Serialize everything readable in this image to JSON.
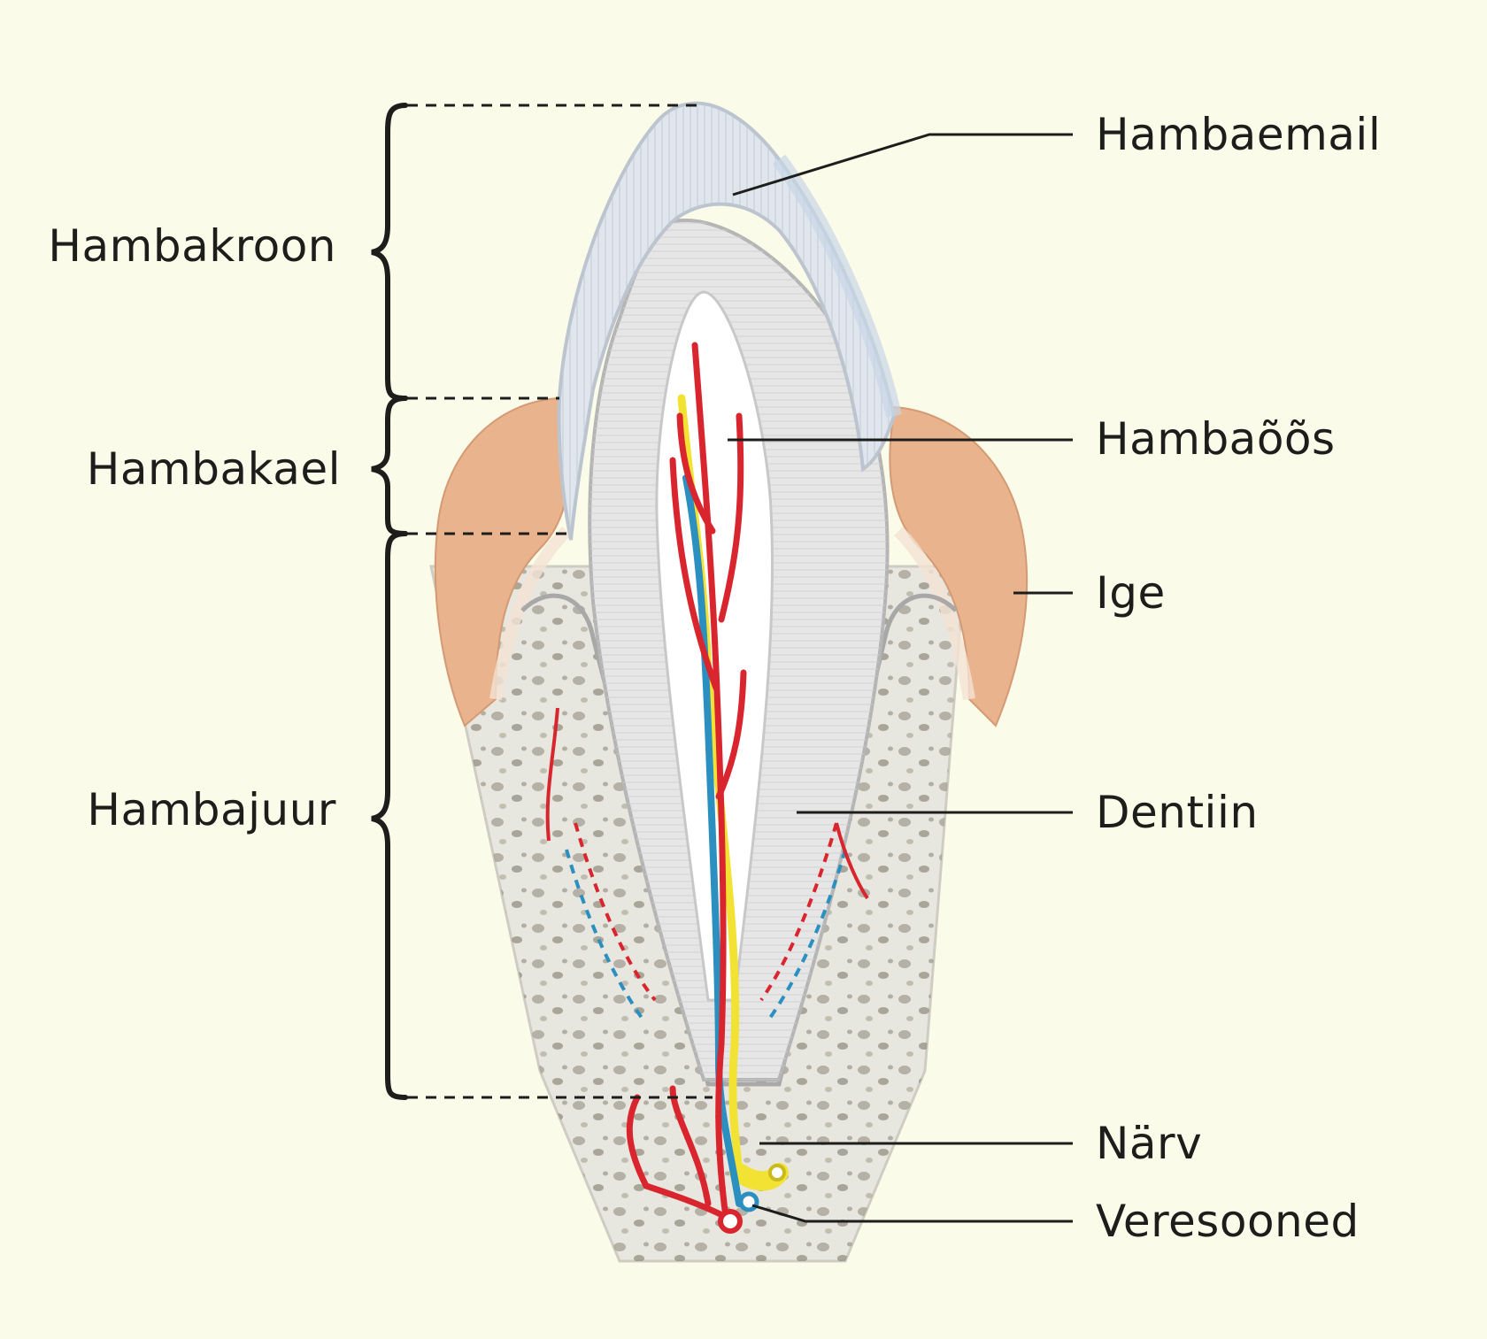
{
  "left_labels": {
    "crown": "Hambakroon",
    "neck": "Hambakael",
    "root": "Hambajuur"
  },
  "right_labels": {
    "enamel": "Hambaemail",
    "pulp": "Hambaõõs",
    "gum": "Ige",
    "dentin": "Dentiin",
    "nerve": "Närv",
    "vessels": "Veresooned"
  },
  "colors": {
    "background": "#fbfbe9",
    "text": "#1d1d1b",
    "enamel": "#dfe6ee",
    "dentin": "#e6e6e6",
    "gum": "#e9b38e",
    "bone": "#e7e6df",
    "artery": "#d9262e",
    "vein": "#2b8fbf",
    "nerve": "#f2e234"
  }
}
